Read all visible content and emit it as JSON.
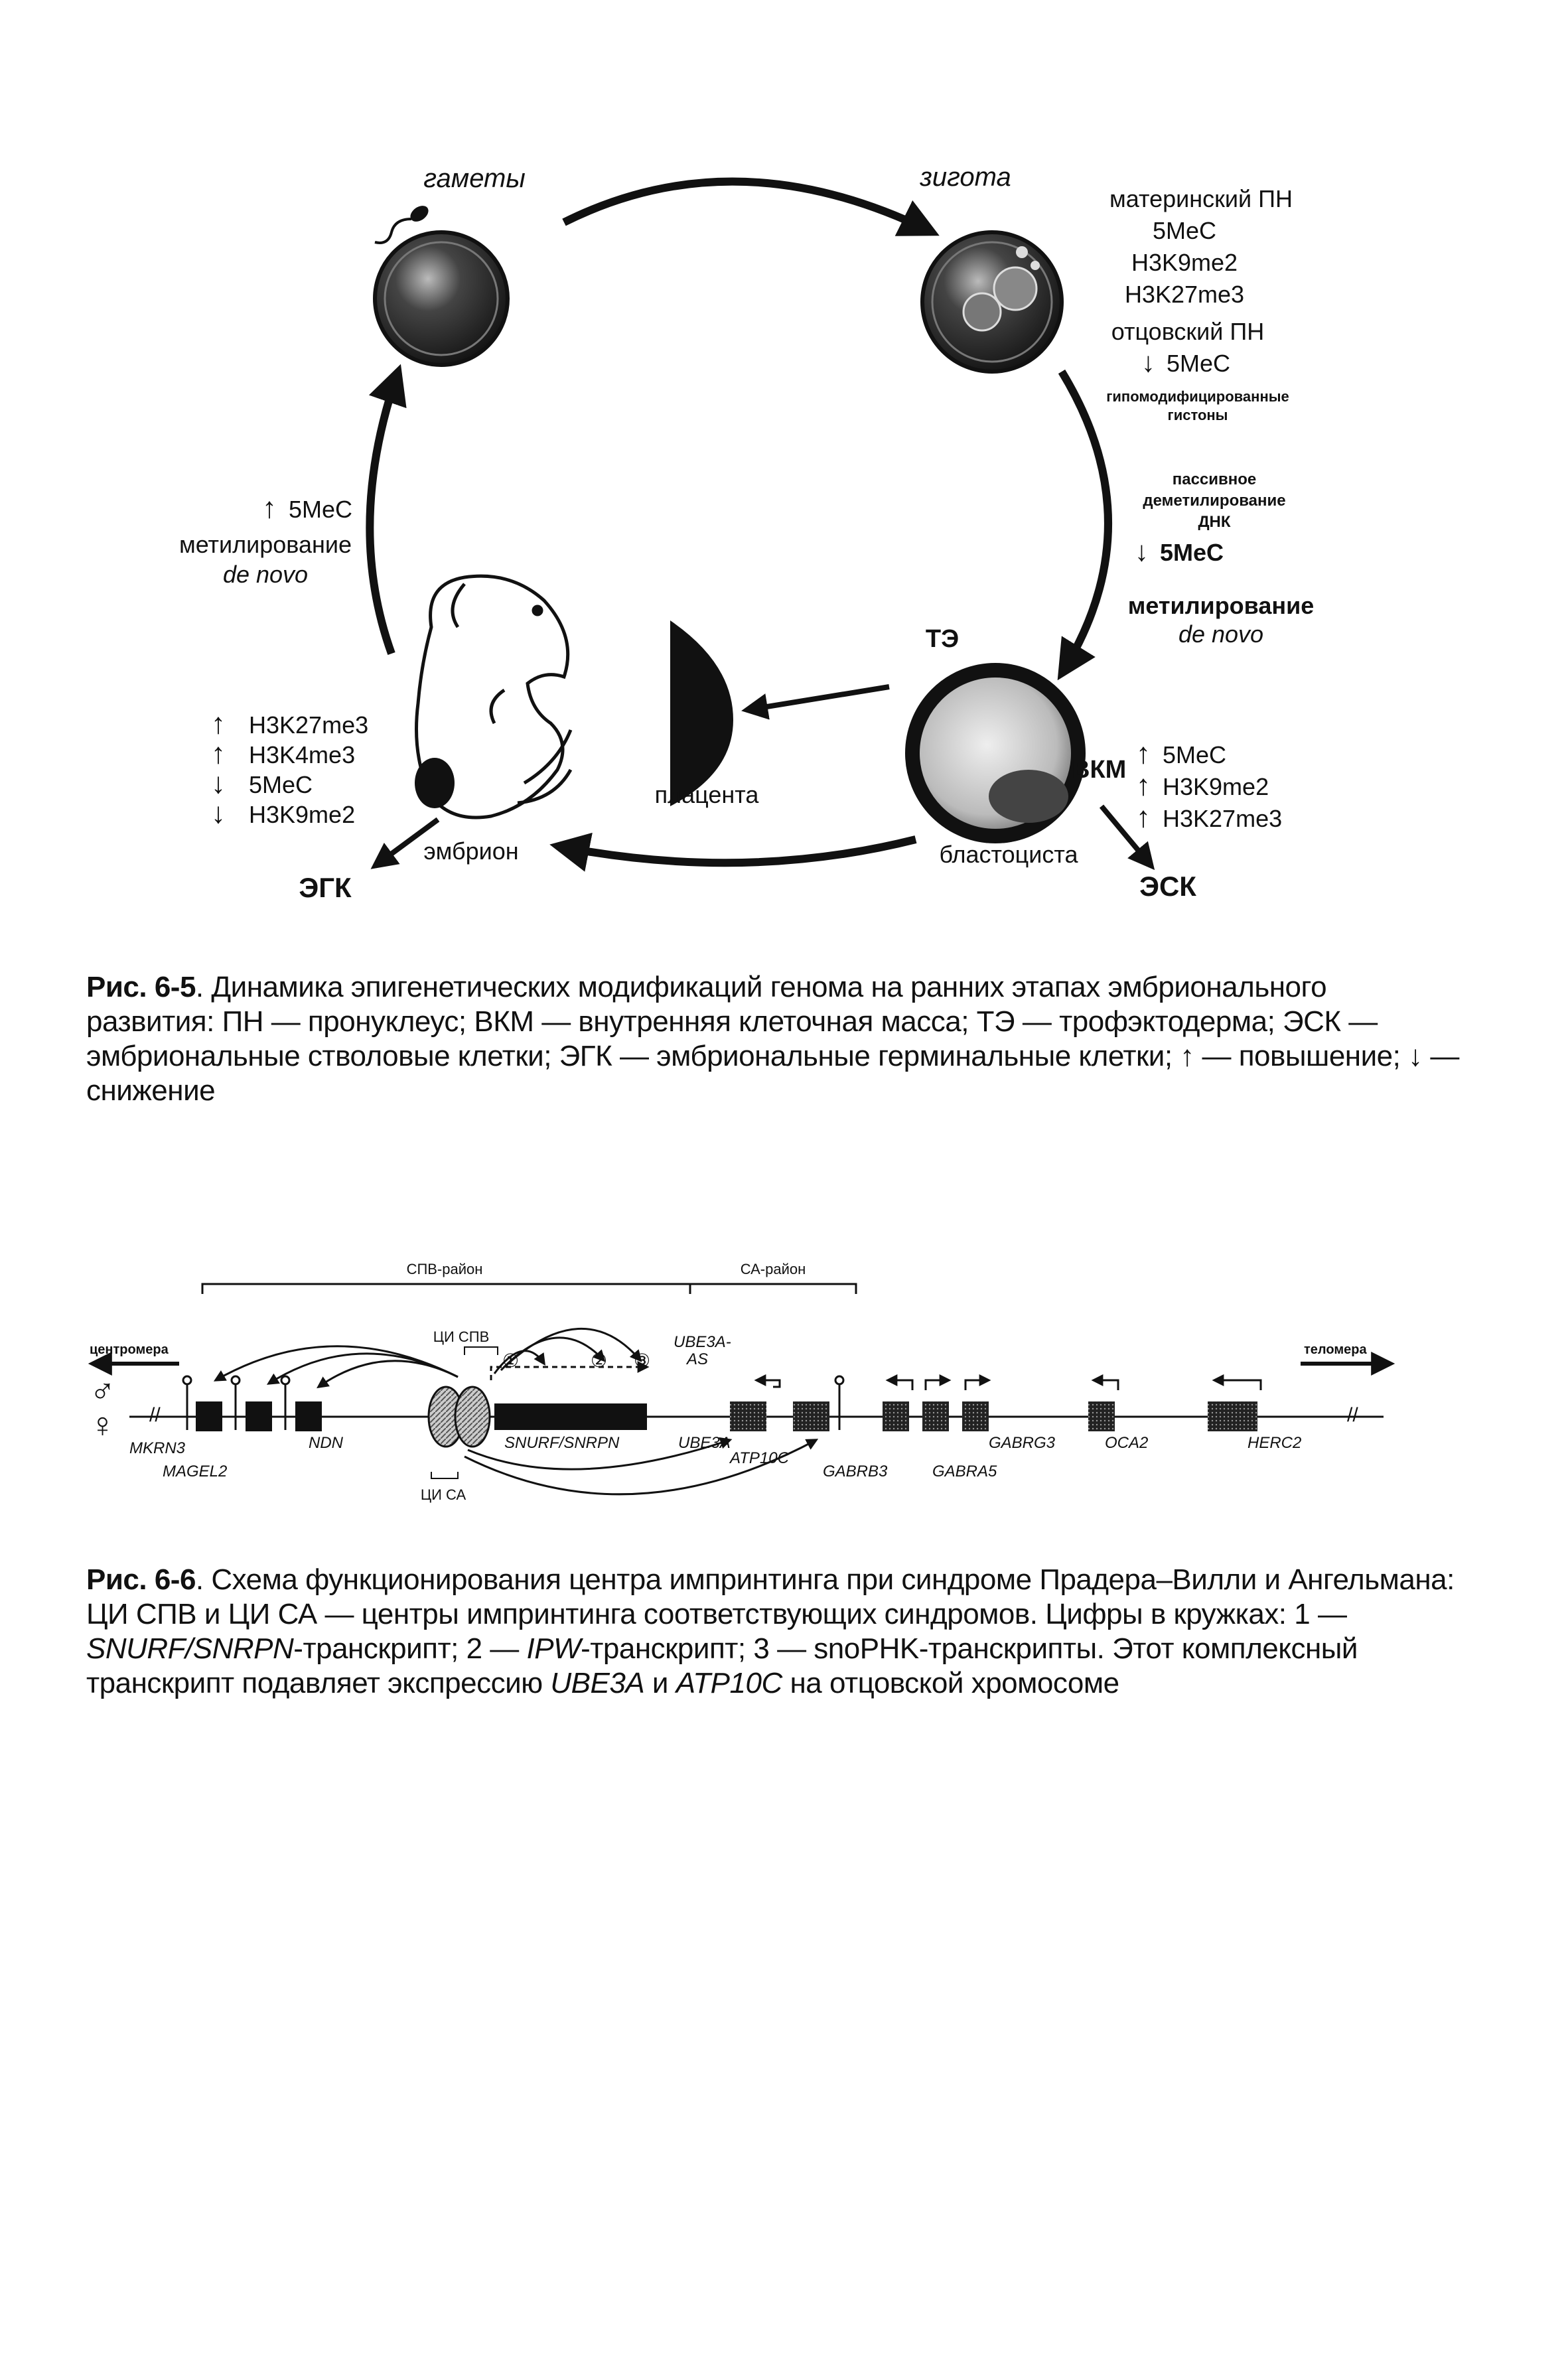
{
  "fig5": {
    "gametes": "гаметы",
    "zygote": "зигота",
    "maternal_pn": "материнский ПН",
    "m_5mec": "5MeC",
    "m_h3k9": "H3K9me2",
    "m_h3k27": "H3K27me3",
    "paternal_pn": "отцовский ПН",
    "p_5mec": "5MeC",
    "hypo_line1": "гипомодифицированные",
    "hypo_line2": "гистоны",
    "passive_1": "пассивное",
    "passive_2": "деметилирование",
    "passive_3": "ДНК",
    "passive_5mec": "5MeC",
    "denovo_r1": "метилирование",
    "denovo_r2": "de novo",
    "te": "ТЭ",
    "vkm": "ВКМ",
    "blast_5mec": "5MeC",
    "blast_h3k9": "H3K9me2",
    "blast_h3k27": "H3K27me3",
    "blastocyst": "бластоциста",
    "esk": "ЭСК",
    "placenta": "плацента",
    "embryo": "эмбрион",
    "egk": "ЭГК",
    "emb_h3k27": "H3K27me3",
    "emb_h3k4": "H3K4me3",
    "emb_5mec": "5MeC",
    "emb_h3k9": "H3K9me2",
    "left_5mec": "5MeC",
    "denovo_l1": "метилирование",
    "denovo_l2": "de novo",
    "up_arrow": "↑",
    "down_arrow": "↓"
  },
  "caption5": {
    "ref": "Рис. 6-5",
    "text": ". Динамика эпигенетических модификаций генома на ранних этапах эмбрионального развития: ПН — пронуклеус; ВКМ — внутренняя клеточная масса; ТЭ — трофэктодерма; ЭСК — эмбриональные стволовые клетки; ЭГК — эмбриональные герминальные клетки; ↑ — повышение; ↓ — снижение"
  },
  "fig6": {
    "spv_region": "СПВ-район",
    "sa_region": "СА-район",
    "centromere": "центромера",
    "telomere": "теломера",
    "ci_spv": "ЦИ СПВ",
    "ci_sa": "ЦИ СА",
    "ube3a_as_1": "UBE3A-",
    "ube3a_as_2": "AS",
    "n1": "①",
    "n2": "②",
    "n3": "③",
    "male": "♂",
    "female": "♀",
    "mkrn3": "MKRN3",
    "magel2": "MAGEL2",
    "ndn": "NDN",
    "snurf": "SNURF/SNRPN",
    "ube3a": "UBE3A",
    "atp10c": "ATP10C",
    "gabrb3": "GABRB3",
    "gabra5": "GABRA5",
    "gabrg3": "GABRG3",
    "oca2": "OCA2",
    "herc2": "HERC2"
  },
  "caption6": {
    "ref": "Рис. 6-6",
    "p1": ". Схема функционирования центра импринтинга при синдроме Прадера–Вилли и Ангельмана: ЦИ СПВ и ЦИ СА — центры импринтинга соответствующих синдромов. Цифры в кружках: 1 — ",
    "i1": "SNURF/SNRPN",
    "p2": "-транскрипт; 2 — ",
    "i2": "IPW",
    "p3": "-транскрипт; 3 — snoPHK-транскрипты. Этот комплексный транскрипт подавляет экспрессию ",
    "i3": "UBE3A",
    "p4": " и ",
    "i4": "ATP10C",
    "p5": " на отцовской хромосоме"
  }
}
